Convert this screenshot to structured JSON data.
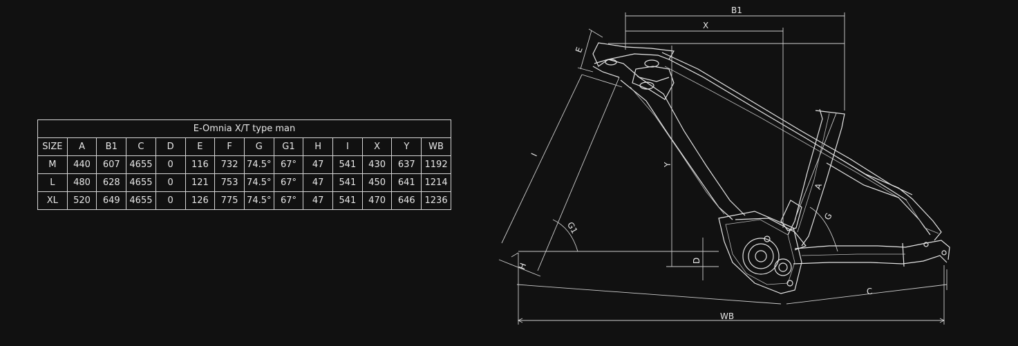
{
  "table": {
    "title": "E-Omnia X/T type man",
    "headers": [
      "SIZE",
      "A",
      "B1",
      "C",
      "D",
      "E",
      "F",
      "G",
      "G1",
      "H",
      "I",
      "X",
      "Y",
      "WB"
    ],
    "rows": [
      [
        "M",
        "440",
        "607",
        "4655",
        "0",
        "116",
        "732",
        "74.5°",
        "67°",
        "47",
        "541",
        "430",
        "637",
        "1192"
      ],
      [
        "L",
        "480",
        "628",
        "4655",
        "0",
        "121",
        "753",
        "74.5°",
        "67°",
        "47",
        "541",
        "450",
        "641",
        "1214"
      ],
      [
        "XL",
        "520",
        "649",
        "4655",
        "0",
        "126",
        "775",
        "74.5°",
        "67°",
        "47",
        "541",
        "470",
        "646",
        "1236"
      ]
    ]
  },
  "diagram": {
    "labels": {
      "b1": "B1",
      "x": "X",
      "e": "E",
      "i": "I",
      "y": "Y",
      "a": "A",
      "g": "G",
      "g1": "G1",
      "d": "D",
      "h": "H",
      "c": "C",
      "wb": "WB"
    }
  }
}
